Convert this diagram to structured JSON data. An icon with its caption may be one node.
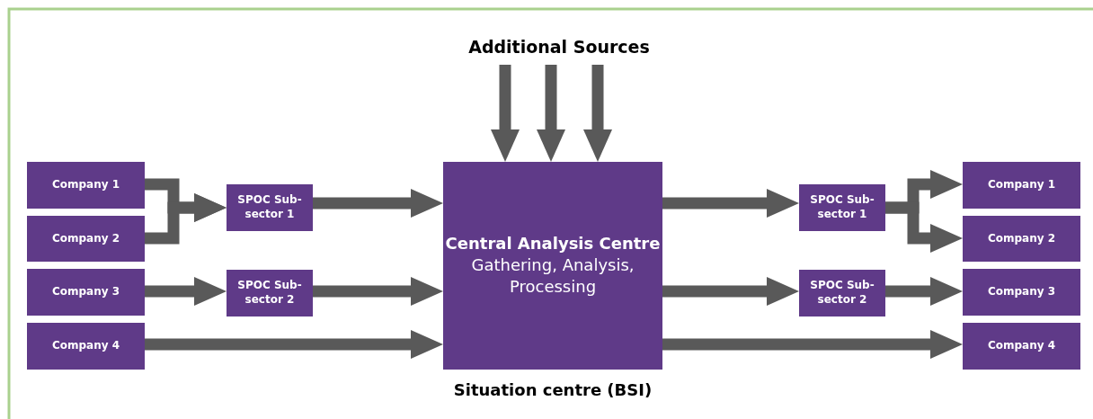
{
  "diagram": {
    "nodes": [
      {
        "text": [
          "Company 1"
        ]
      },
      {
        "text": [
          "Company 2"
        ]
      },
      {
        "text": [
          "Company 3"
        ]
      },
      {
        "text": [
          "Company 4"
        ]
      },
      {
        "text": [
          "SPOC Sub-sector 1"
        ]
      },
      {
        "text": [
          "SPOC Sub-sector 2"
        ]
      },
      {
        "text": [
          "Central Analysis Centre",
          "Gathering, Analysis, Processing"
        ],
        "beside": [
          "Situation centre (BSI)"
        ]
      },
      {
        "text": [
          "Additional Sources"
        ]
      },
      {
        "text": [
          "SPOC Sub-sector 1"
        ]
      },
      {
        "text": [
          "SPOC Sub-sector 2"
        ]
      },
      {
        "text": [
          "Company 1"
        ]
      },
      {
        "text": [
          "Company 2"
        ]
      },
      {
        "text": [
          "Company 3"
        ]
      },
      {
        "text": [
          "Company 4"
        ]
      }
    ],
    "edges": [
      {
        "from": 0,
        "to": 4,
        "arrow": "to"
      },
      {
        "from": 1,
        "to": 4,
        "arrow": "to"
      },
      {
        "from": 2,
        "to": 5,
        "arrow": "to"
      },
      {
        "from": 3,
        "to": 6,
        "arrow": "to"
      },
      {
        "from": 4,
        "to": 6,
        "arrow": "to"
      },
      {
        "from": 5,
        "to": 6,
        "arrow": "to"
      },
      {
        "from": 7,
        "to": 6,
        "arrow": "to"
      },
      {
        "from": 7,
        "to": 6,
        "arrow": "to"
      },
      {
        "from": 7,
        "to": 6,
        "arrow": "to"
      },
      {
        "from": 6,
        "to": 8,
        "arrow": "to"
      },
      {
        "from": 6,
        "to": 9,
        "arrow": "to"
      },
      {
        "from": 6,
        "to": 13,
        "arrow": "to"
      },
      {
        "from": 8,
        "to": 10,
        "arrow": "to"
      },
      {
        "from": 8,
        "to": 11,
        "arrow": "to"
      },
      {
        "from": 9,
        "to": 12,
        "arrow": "to"
      }
    ]
  }
}
